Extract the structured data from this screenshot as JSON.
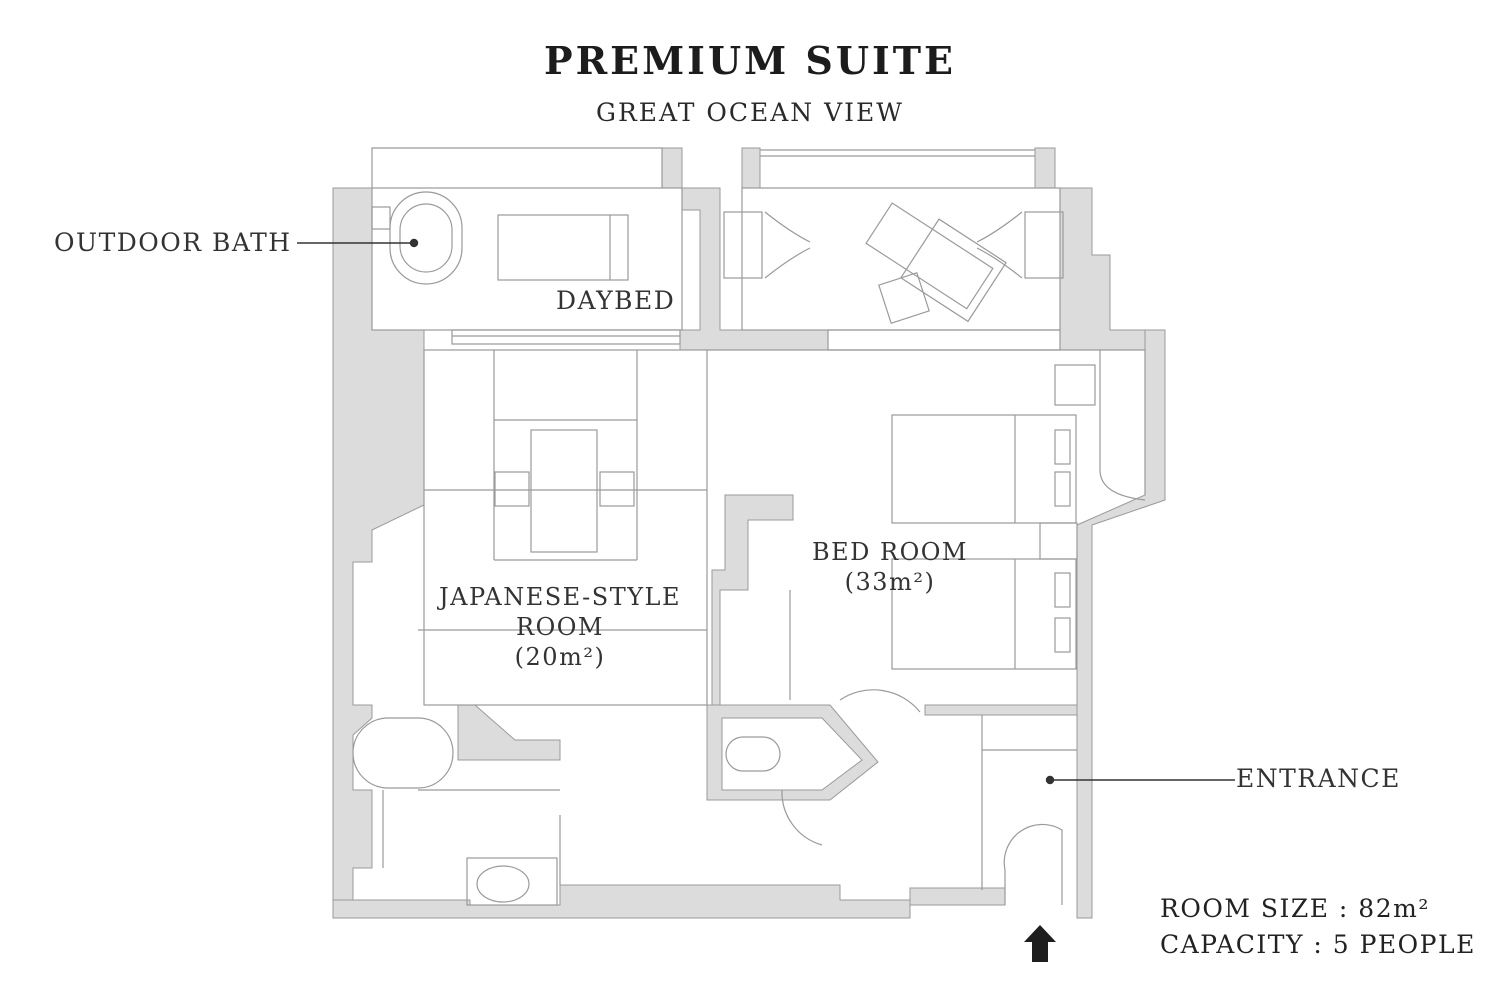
{
  "header": {
    "title": "PREMIUM SUITE",
    "subtitle": "GREAT OCEAN VIEW"
  },
  "labels": {
    "outdoor_bath": "OUTDOOR BATH",
    "daybed": "DAYBED",
    "entrance": "ENTRANCE"
  },
  "rooms": {
    "japanese_line1": "JAPANESE-STYLE",
    "japanese_line2": "ROOM",
    "japanese_area": "(20m²)",
    "bedroom_name": "BED ROOM",
    "bedroom_area": "(33m²)"
  },
  "info": {
    "room_size": "ROOM SIZE : 82m²",
    "capacity": "CAPACITY : 5 PEOPLE"
  },
  "colors": {
    "wall": "#dcdcdc",
    "line": "#9a9a9a",
    "text": "#2a2a2a",
    "arrow": "#1e1e1e"
  }
}
